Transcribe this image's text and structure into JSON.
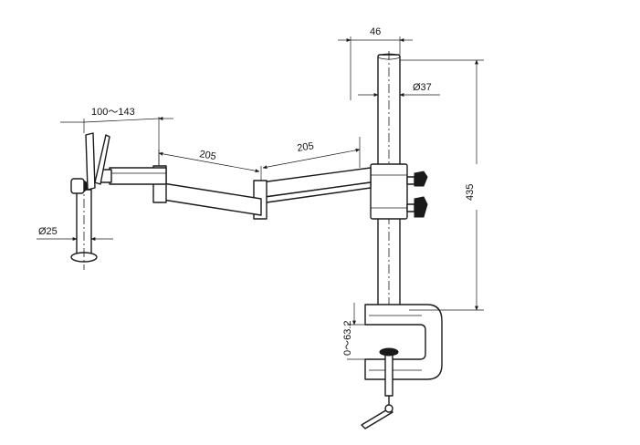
{
  "drawing": {
    "dimensions": {
      "top_width": "46",
      "pole_diameter": "Ø37",
      "pole_height": "435",
      "arm_reach": "100～143",
      "arm_segment_1": "205",
      "arm_segment_2": "205",
      "holder_diameter": "Ø25",
      "clamp_opening": "0～63.2"
    }
  }
}
